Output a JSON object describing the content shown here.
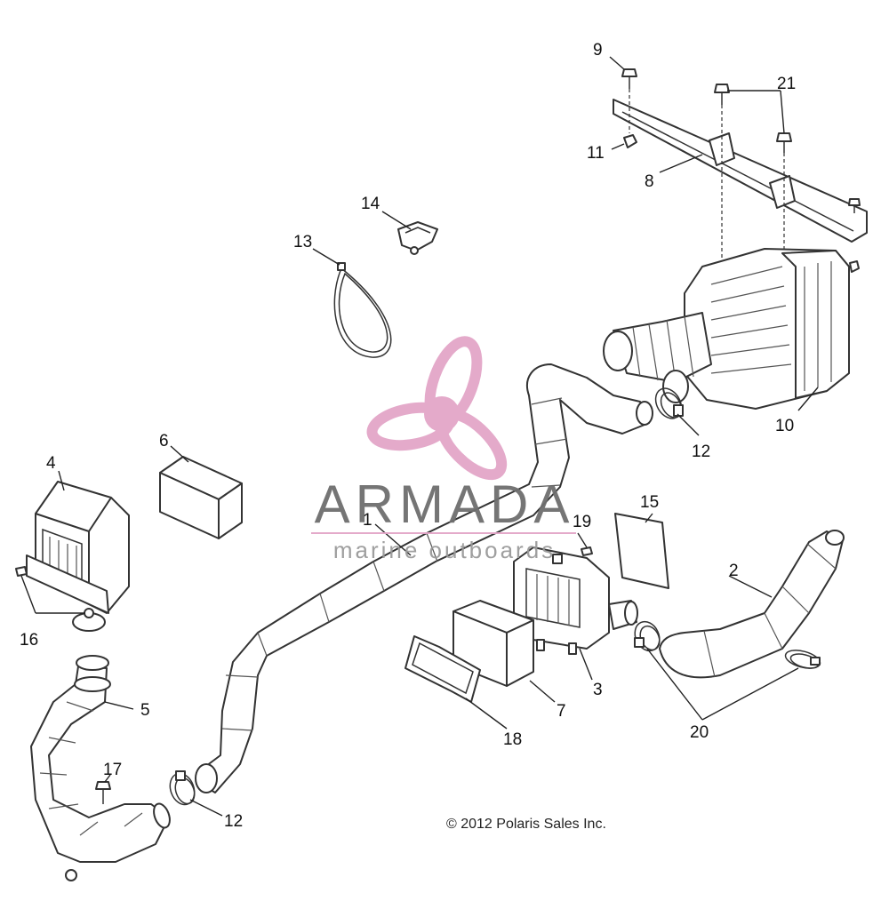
{
  "callouts": {
    "c1": "1",
    "c2": "2",
    "c3": "3",
    "c4": "4",
    "c5": "5",
    "c6": "6",
    "c7": "7",
    "c8": "8",
    "c9": "9",
    "c10": "10",
    "c11": "11",
    "c12a": "12",
    "c12b": "12",
    "c13": "13",
    "c14": "14",
    "c15": "15",
    "c16": "16",
    "c17": "17",
    "c18": "18",
    "c19": "19",
    "c20": "20",
    "c21": "21"
  },
  "copyright": "© 2012 Polaris Sales Inc.",
  "watermark": {
    "title": "ARMADA",
    "subtitle": "marine outboards",
    "logo_icon": "propeller-icon",
    "colors": {
      "logo": "#e3a6c8",
      "title": "#6e6e6e",
      "subtitle": "#9a9a9a",
      "underline": "#e3a6c8"
    }
  }
}
